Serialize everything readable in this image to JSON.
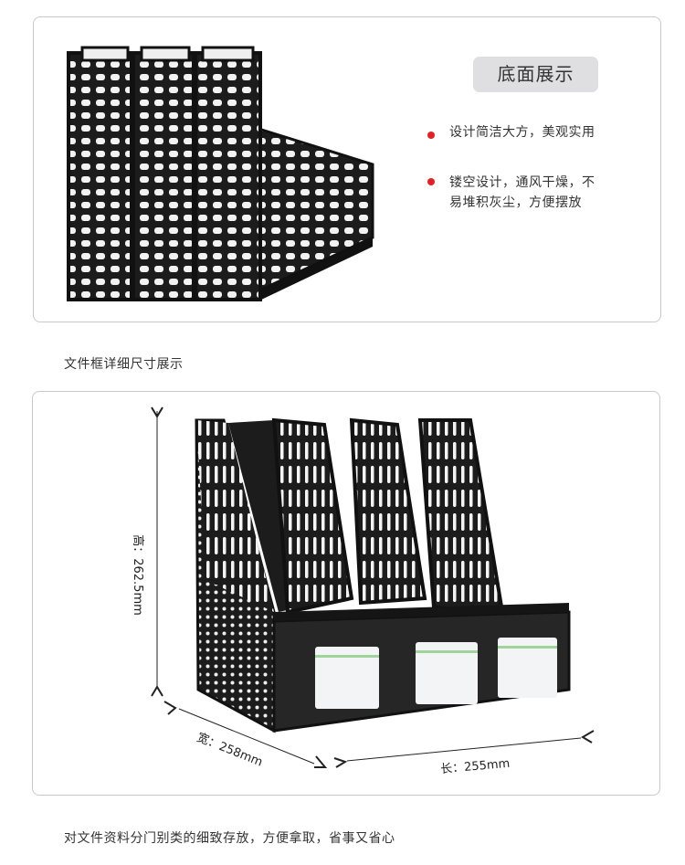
{
  "feature_panel": {
    "badge": "底面展示",
    "bullets": [
      "设计简洁大方，美观实用",
      "镂空设计，通风干燥，不",
      "易堆积灰尘，方便摆放"
    ]
  },
  "section_title": "文件框详细尺寸展示",
  "dimensions": {
    "height": "高：262.5mm",
    "width": "宽：258mm",
    "length": "长：255mm"
  },
  "footer_caption": "对文件资料分门别类的细致存放，方便拿取，省事又省心",
  "colors": {
    "bullet": "#e61e25",
    "badge_bg": "#dfdfe1",
    "product": "#1e1e1e"
  }
}
